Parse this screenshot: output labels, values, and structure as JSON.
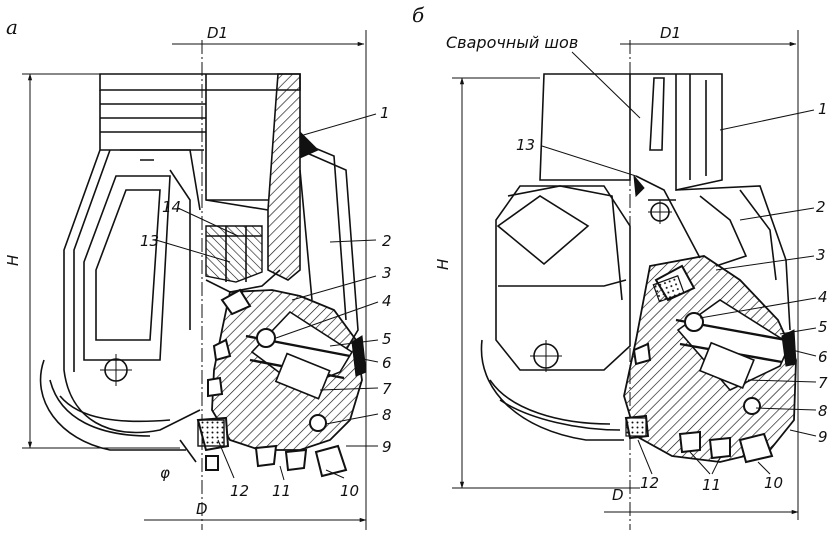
{
  "panels": {
    "left": {
      "letter": "a",
      "dims": {
        "d1": "D1",
        "h": "H",
        "d": "D",
        "angle": "φ"
      },
      "callouts": [
        "1",
        "2",
        "3",
        "4",
        "5",
        "6",
        "7",
        "8",
        "9",
        "10",
        "11",
        "12",
        "13",
        "14"
      ]
    },
    "right": {
      "letter": "б",
      "weld_label": "Сварочный шов",
      "dims": {
        "d1": "D1",
        "h": "H",
        "d": "D"
      },
      "callouts": [
        "1",
        "2",
        "3",
        "4",
        "5",
        "6",
        "7",
        "8",
        "9",
        "10",
        "11",
        "12",
        "13"
      ]
    }
  }
}
